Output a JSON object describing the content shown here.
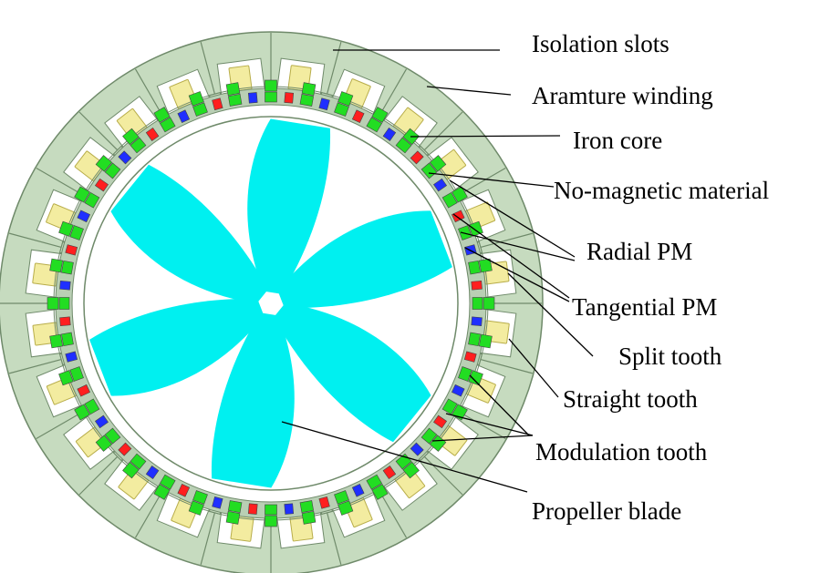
{
  "labels": {
    "isolation_slots": "Isolation slots",
    "armature_winding": "Aramture winding",
    "iron_core": "Iron core",
    "no_magnetic_material": "No-magnetic material",
    "radial_pm": "Radial PM",
    "tangential_pm": "Tangential PM",
    "split_tooth": "Split tooth",
    "straight_tooth": "Straight tooth",
    "modulation_tooth": "Modulation tooth",
    "propeller_blade": "Propeller blade"
  },
  "colors": {
    "stator": "#c6dbbf",
    "stator_edge": "#6f8a6a",
    "slot": "#ffffff",
    "winding": "#f3eca0",
    "winding_edge": "#b8ad4a",
    "iron_core": "#b9cfb4",
    "radial_pm_a": "#ff1f1f",
    "radial_pm_b": "#1f2fff",
    "tangential_pm": "#22dd22",
    "blade": "#00f0f0",
    "leader": "#000000"
  },
  "counts": {
    "stator_slots": 24,
    "pm_pairs": 36,
    "blades": 6
  }
}
